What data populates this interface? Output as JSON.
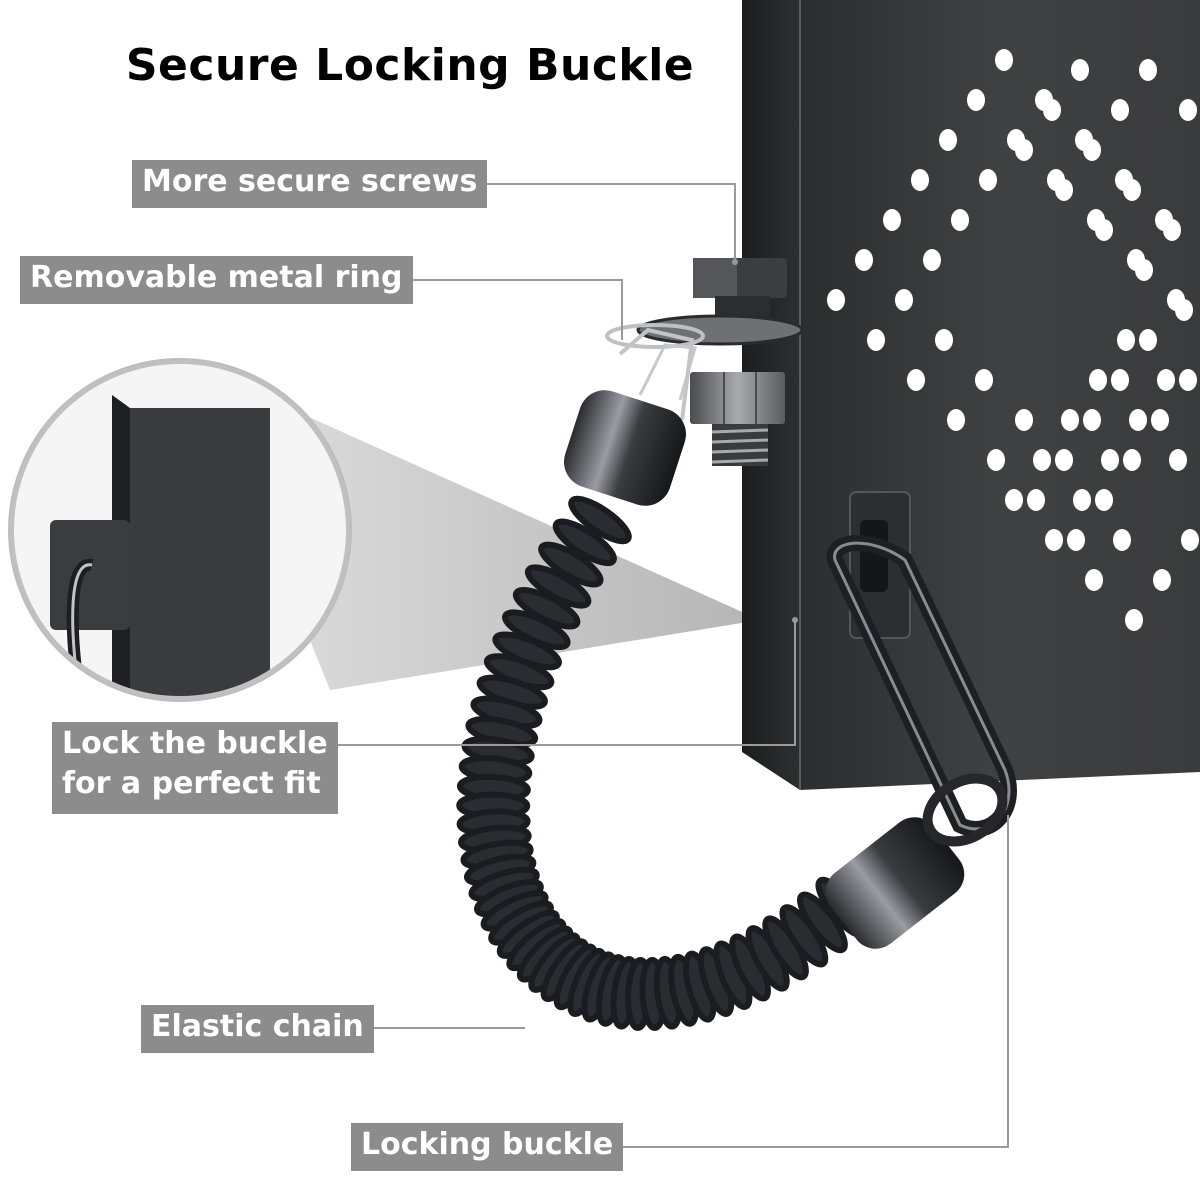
{
  "title": "Secure Locking Buckle",
  "callouts": {
    "screws": "More secure screws",
    "ring": "Removable metal ring",
    "lock_line1": "Lock the buckle",
    "lock_line2": "for a perfect fit",
    "chain": "Elastic chain",
    "buckle": "Locking buckle"
  },
  "colors": {
    "label_background": "#8c8c8c",
    "label_text": "#ffffff",
    "panel": "#3a3b3d",
    "leader_line": "#9a9a9a"
  }
}
